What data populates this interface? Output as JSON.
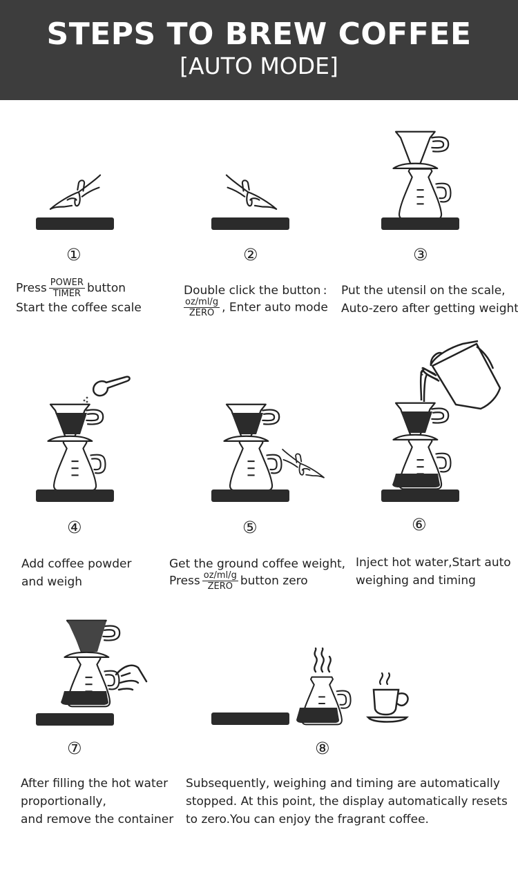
{
  "header": {
    "title": "STEPS TO BREW COFFEE",
    "subtitle": "[AUTO MODE]"
  },
  "steps": [
    {
      "number": "①",
      "line1_pre": "Press",
      "frac_top": "POWER",
      "frac_bottom": "TIMER",
      "line1_post": "button",
      "line2": "Start the coffee scale"
    },
    {
      "number": "②",
      "line1": "Double click the button :",
      "frac_top": "oz/ml/g",
      "frac_bottom": "ZERO",
      "line2_post": ", Enter auto mode"
    },
    {
      "number": "③",
      "line1": "Put the utensil on the scale,",
      "line2": "Auto-zero after getting weight"
    },
    {
      "number": "④",
      "line1": "Add coffee powder",
      "line2": "and weigh"
    },
    {
      "number": "⑤",
      "line1": "Get the ground coffee weight,",
      "line2_pre": "Press",
      "frac_top": "oz/ml/g",
      "frac_bottom": "ZERO",
      "line2_post": "button zero"
    },
    {
      "number": "⑥",
      "line1": "Inject hot water,Start auto",
      "line2": "weighing and timing"
    },
    {
      "number": "⑦",
      "line1": "After filling the hot water",
      "line2": "proportionally,",
      "line3": "and remove the container"
    },
    {
      "number": "⑧",
      "line1": "Subsequently, weighing and timing are automatically",
      "line2": "stopped. At this point, the display automatically resets",
      "line3": "to zero.You can enjoy the fragrant coffee."
    }
  ],
  "icons": {
    "scale": "scale-icon",
    "hand": "hand-press-icon",
    "dripper": "coffee-dripper-icon",
    "carafe": "glass-carafe-icon",
    "scoop": "coffee-scoop-icon",
    "kettle": "gooseneck-kettle-icon",
    "cup": "coffee-cup-icon",
    "steam": "steam-icon"
  },
  "colors": {
    "header_bg": "#3d3d3d",
    "header_text": "#ffffff",
    "ink": "#222222",
    "scale": "#2b2b2b"
  }
}
